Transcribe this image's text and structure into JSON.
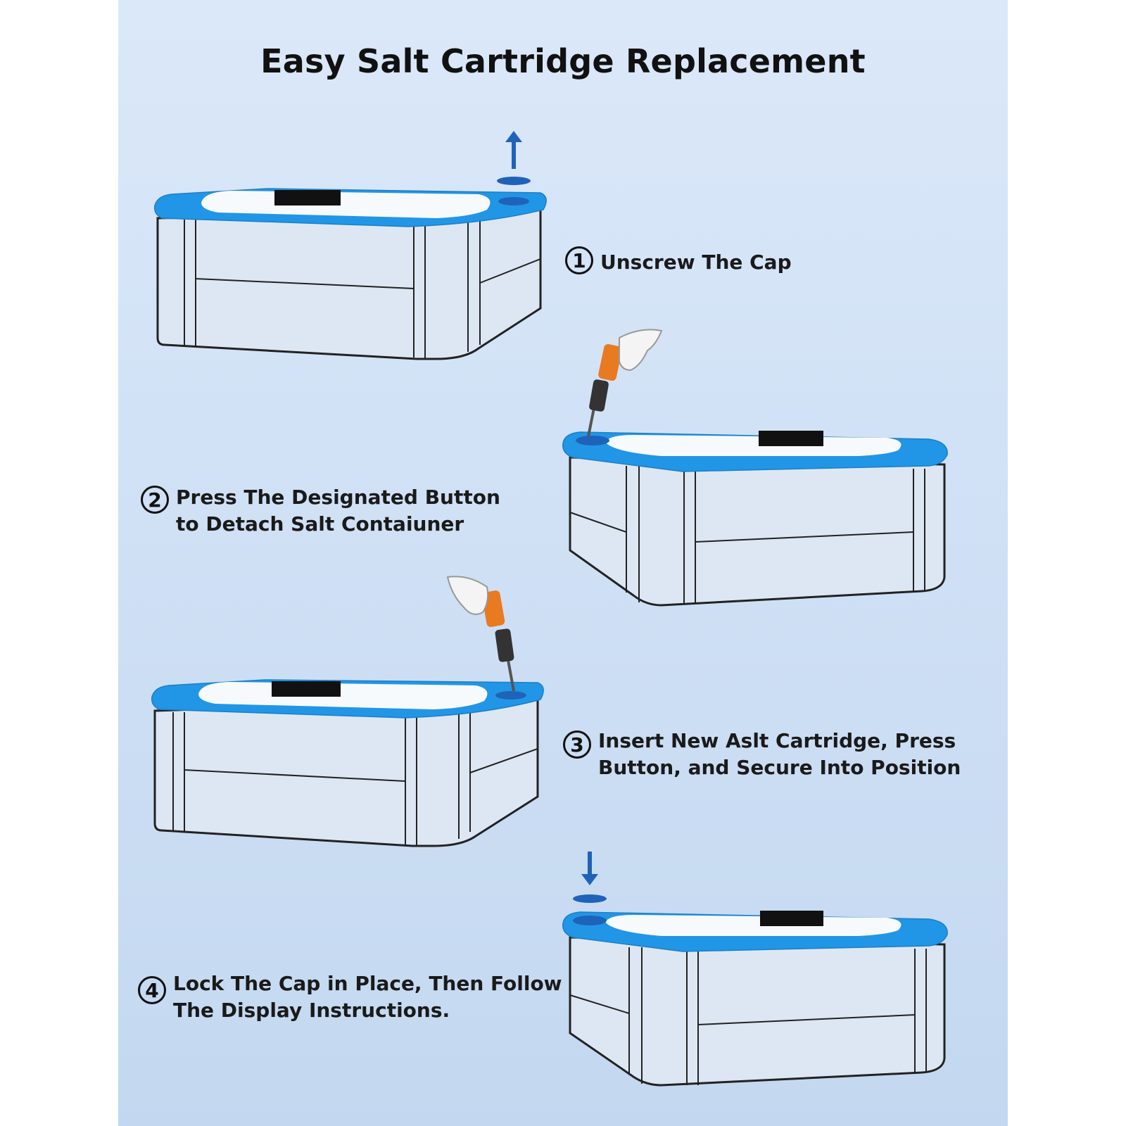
{
  "title": "Easy Salt Cartridge Replacement",
  "steps": [
    {
      "number": "1",
      "lines": [
        "Unscrew The Cap"
      ]
    },
    {
      "number": "2",
      "lines": [
        "Press The Designated Button",
        "to Detach Salt Contaiuner"
      ]
    },
    {
      "number": "3",
      "lines": [
        "Insert New Aslt Cartridge, Press",
        "Button, and Secure Into Position"
      ]
    },
    {
      "number": "4",
      "lines": [
        "Lock The Cap in Place, Then Follow",
        "The Display Instructions."
      ]
    }
  ],
  "colors": {
    "rim": "#2196e6",
    "cap": "#1f63b8",
    "outline": "#222222",
    "body": "#dde7f3"
  }
}
